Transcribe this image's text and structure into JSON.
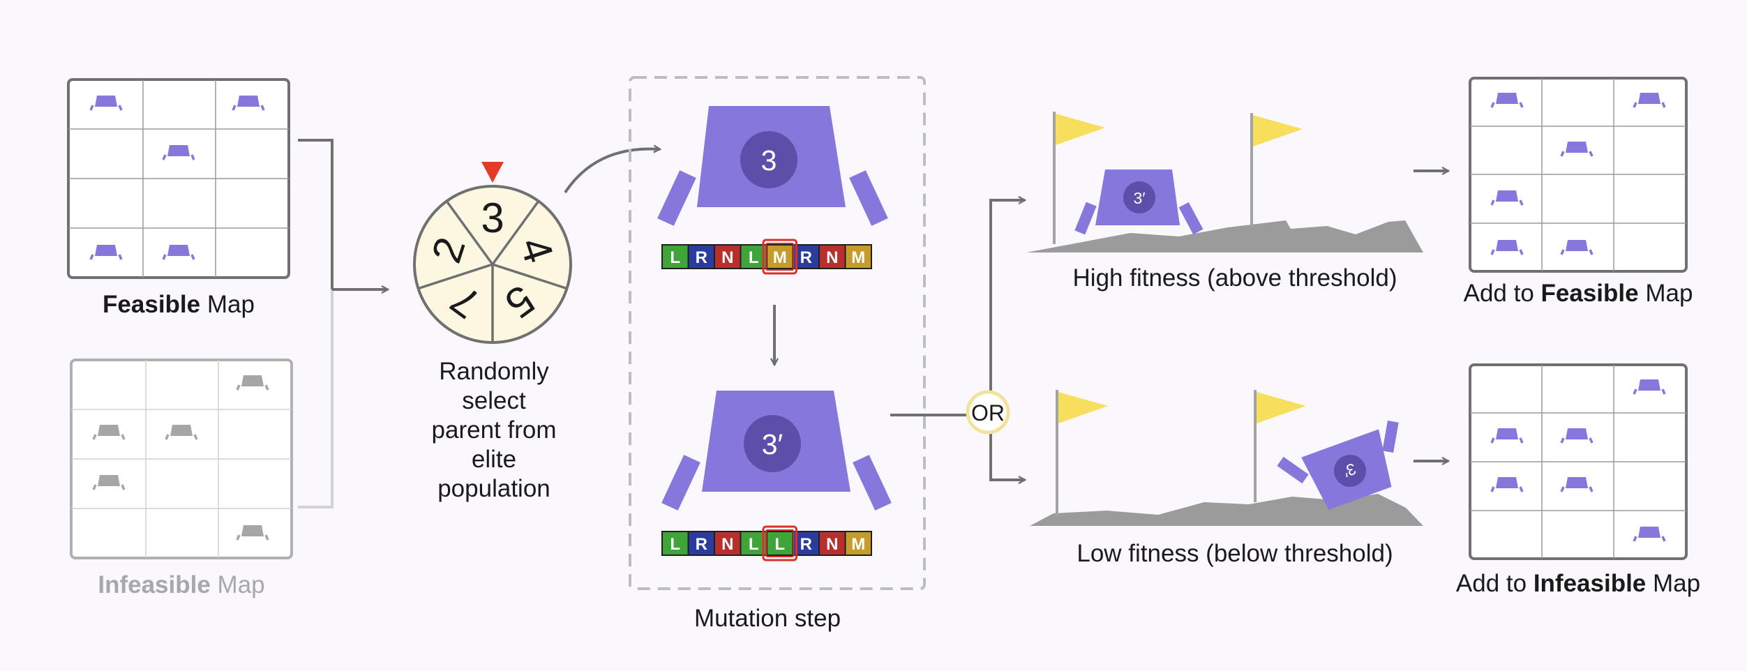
{
  "feasible_map": {
    "bold": "Feasible",
    "rest": " Map"
  },
  "infeasible_map": {
    "bold": "Infeasible",
    "rest": " Map"
  },
  "wheel": {
    "segments": [
      "3",
      "4",
      "5",
      "7",
      "2"
    ],
    "caption": [
      "Randomly",
      "select",
      "parent from",
      "elite",
      "population"
    ]
  },
  "mutation": {
    "parent_id": "3",
    "child_id": "3′",
    "genome_before": [
      "L",
      "R",
      "N",
      "L",
      "M",
      "R",
      "N",
      "M"
    ],
    "genome_after": [
      "L",
      "R",
      "N",
      "L",
      "L",
      "R",
      "N",
      "M"
    ],
    "mutated_index": 4,
    "caption": "Mutation step"
  },
  "branch": {
    "label": "OR"
  },
  "high": {
    "robot_id": "3′",
    "caption": "High fitness (above threshold)"
  },
  "low": {
    "robot_id": "3′",
    "caption": "Low fitness (below threshold)"
  },
  "add_feasible": {
    "prefix": "Add to ",
    "bold": "Feasible",
    "rest": " Map"
  },
  "add_infeasible": {
    "prefix": "Add to ",
    "bold": "Infeasible",
    "rest": " Map"
  },
  "colors": {
    "robot": "#8677dd",
    "robot_badge": "#5d4fa9",
    "robot_gray": "#a6a6a6",
    "wheel_fill": "#fbf7e1",
    "pointer": "#e33a2a",
    "flag": "#f6df5c",
    "terrain": "#9b9b9b",
    "highlight": "#d9322a",
    "gene_L": "#3fa53a",
    "gene_R": "#2a3c9c",
    "gene_N": "#b8302d",
    "gene_M": "#c59b2c"
  }
}
